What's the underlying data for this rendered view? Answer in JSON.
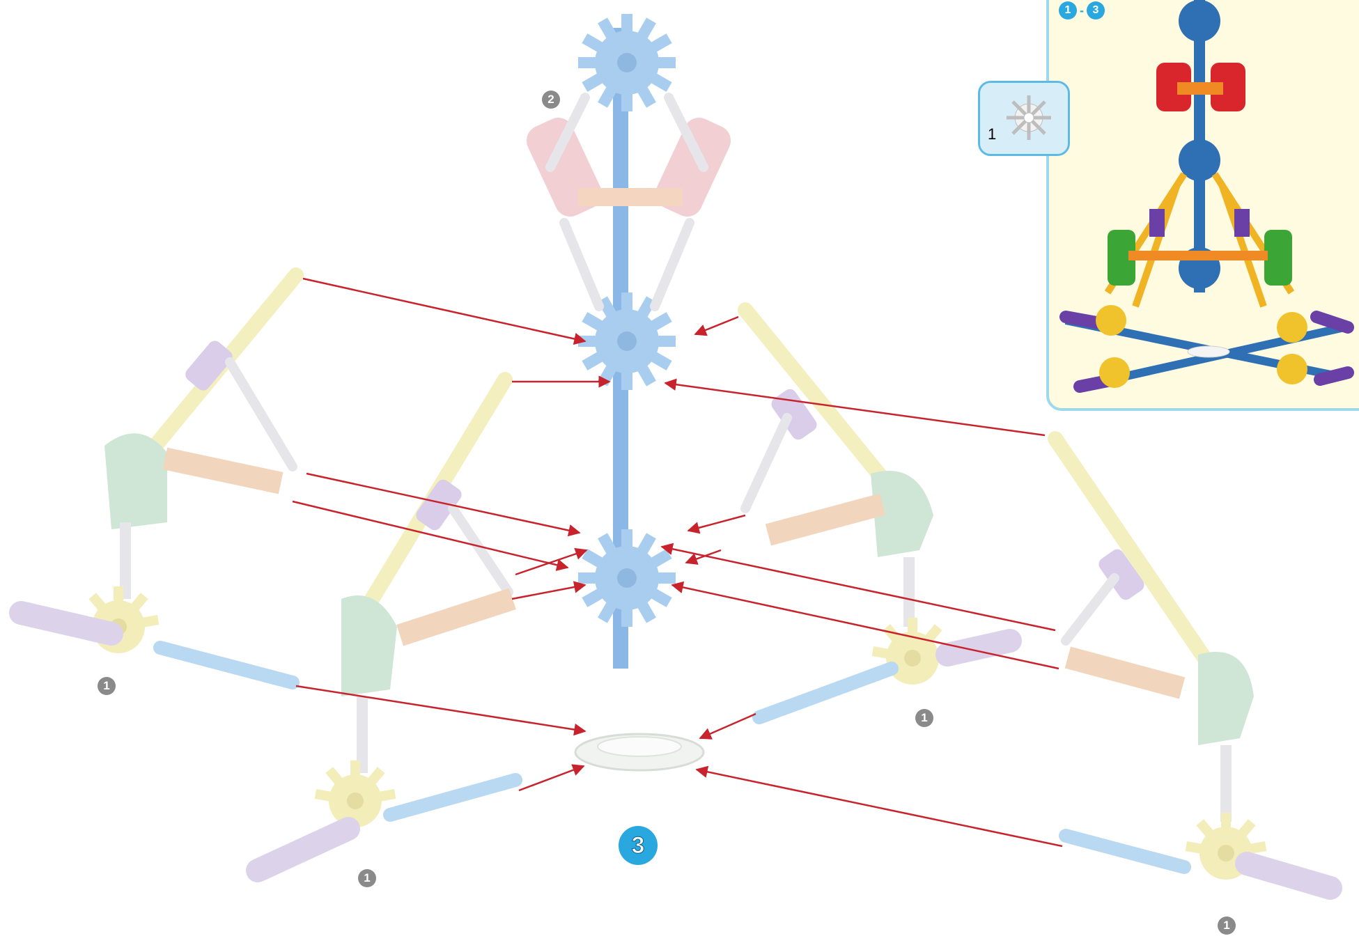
{
  "step": {
    "number": "3"
  },
  "callouts": [
    "1",
    "1",
    "1",
    "1",
    "2"
  ],
  "inset": {
    "range_start": "1",
    "range_sep": "-",
    "range_end": "3"
  },
  "parts": {
    "qty": "1",
    "part": "white-connector-icon"
  },
  "colors": {
    "arrow": "#c8232c",
    "step_badge": "#29a8e0",
    "callout_badge": "#8a8a8a",
    "inset_bg": "#fffbe0",
    "inset_border": "#9fd7ef"
  }
}
